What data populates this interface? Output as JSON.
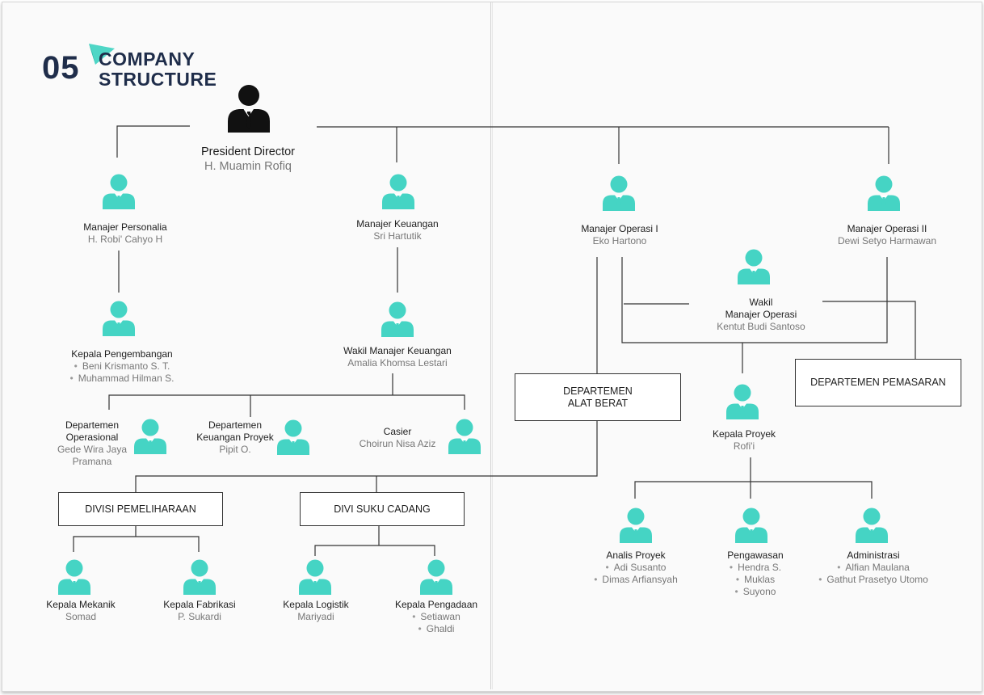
{
  "header": {
    "number": "05",
    "line1": "COMPANY",
    "line2": "STRUCTURE",
    "accent_color": "#4fd6c6",
    "navy_color": "#1f2d4a"
  },
  "president": {
    "title": "President Director",
    "name": "H. Muamin Rofiq",
    "icon": "businessman-icon"
  },
  "person_icon_color": "#45d4c4",
  "nodes": {
    "personalia": {
      "title": "Manajer Personalia",
      "name": "H. Robi' Cahyo H"
    },
    "keuangan": {
      "title": "Manajer Keuangan",
      "name": "Sri Hartutik"
    },
    "operasi1": {
      "title": "Manajer Operasi I",
      "name": "Eko Hartono"
    },
    "operasi2": {
      "title": "Manajer Operasi II",
      "name": "Dewi Setyo Harmawan"
    },
    "pengembangan": {
      "title": "Kepala Pengembangan",
      "members": [
        "Beni Krismanto S. T.",
        "Muhammad Hilman S."
      ]
    },
    "wakil_keuangan": {
      "title": "Wakil Manajer Keuangan",
      "name": "Amalia Khomsa Lestari"
    },
    "wakil_operasi": {
      "title1": "Wakil",
      "title2": "Manajer Operasi",
      "name": "Kentut Budi Santoso"
    },
    "dept_operasional": {
      "title1": "Departemen",
      "title2": "Operasional",
      "name1": "Gede Wira Jaya",
      "name2": "Pramana"
    },
    "dept_keuangan_proyek": {
      "title1": "Departemen",
      "title2": "Keuangan Proyek",
      "name": "Pipit O."
    },
    "casier": {
      "title": "Casier",
      "name": "Choirun Nisa Aziz"
    },
    "kepala_proyek": {
      "title": "Kepala Proyek",
      "name": "Rofi'i"
    },
    "kepala_mekanik": {
      "title": "Kepala Mekanik",
      "name": "Somad"
    },
    "kepala_fabrikasi": {
      "title": "Kepala Fabrikasi",
      "name": "P. Sukardi"
    },
    "kepala_logistik": {
      "title": "Kepala Logistik",
      "name": "Mariyadi"
    },
    "kepala_pengadaan": {
      "title": "Kepala Pengadaan",
      "members": [
        "Setiawan",
        "Ghaldi"
      ]
    },
    "analis_proyek": {
      "title": "Analis Proyek",
      "members": [
        "Adi Susanto",
        "Dimas Arfiansyah"
      ]
    },
    "pengawasan": {
      "title": "Pengawasan",
      "members": [
        "Hendra S.",
        "Muklas",
        "Suyono"
      ]
    },
    "administrasi": {
      "title": "Administrasi",
      "members": [
        "Alfian Maulana",
        "Gathut Prasetyo Utomo"
      ]
    }
  },
  "boxes": {
    "alat_berat": {
      "line1": "DEPARTEMEN",
      "line2": "ALAT BERAT"
    },
    "pemasaran": {
      "label": "DEPARTEMEN PEMASARAN"
    },
    "pemeliharaan": {
      "label": "DIVISI PEMELIHARAAN"
    },
    "suku_cadang": {
      "label": "DIVI SUKU CADANG"
    }
  }
}
